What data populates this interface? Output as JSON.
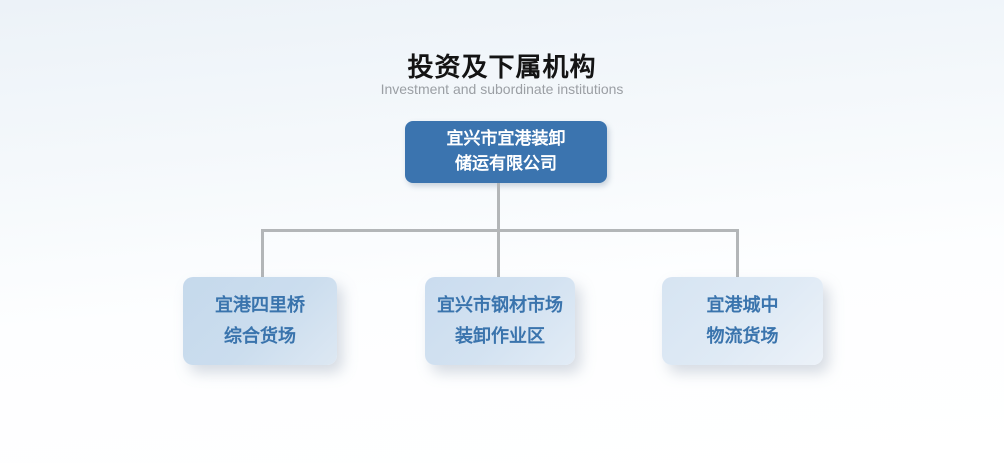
{
  "page": {
    "title": "投资及下属机构",
    "subtitle": "Investment and subordinate institutions"
  },
  "org": {
    "root": {
      "name": "宜兴市宜港装卸储运有限公司",
      "line1": "宜兴市宜港装卸",
      "line2": "储运有限公司"
    },
    "children": [
      {
        "name": "宜港四里桥综合货场",
        "line1": "宜港四里桥",
        "line2": "综合货场"
      },
      {
        "name": "宜兴市钢材市场装卸作业区",
        "line1": "宜兴市钢材市场",
        "line2": "装卸作业区"
      },
      {
        "name": "宜港城中物流货场",
        "line1": "宜港城中",
        "line2": "物流货场"
      }
    ]
  },
  "colors": {
    "root_box_fill": "#3b74af",
    "root_box_text": "#ffffff",
    "child_box_fill": "#cdddee",
    "child_box_text": "#3a74ad",
    "connector": "#b3b6b8",
    "title_text": "#141414",
    "subtitle_text": "#9b9fa4",
    "background_top": "#ecf2f8",
    "background_bottom": "#ffffff"
  }
}
